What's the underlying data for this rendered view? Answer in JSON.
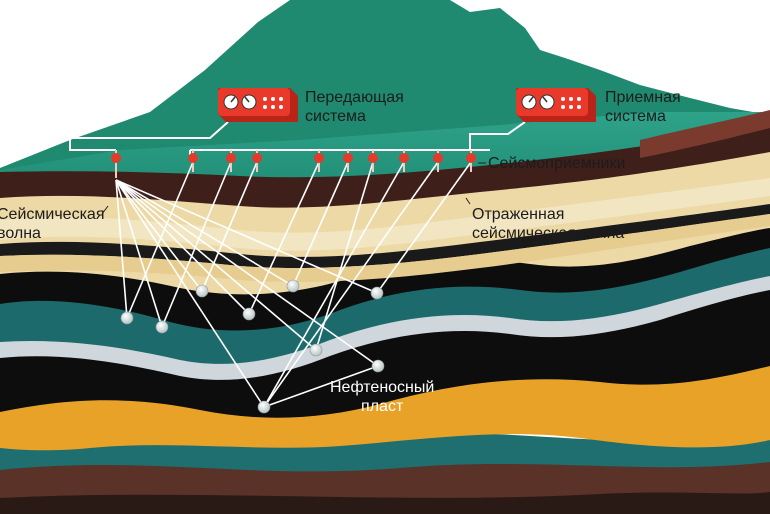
{
  "labels": {
    "transmitter": [
      "Передающая",
      "система"
    ],
    "receiver": [
      "Приемная",
      "система"
    ],
    "geophones": "Сейсмоприемники",
    "seismic_wave": [
      "Сейсмическая",
      "волна"
    ],
    "reflected_wave": [
      "Отраженная",
      "сейсмическая волна"
    ],
    "oil_layer": [
      "Нефтеносный",
      "пласт"
    ]
  },
  "colors": {
    "ground": "#2a9a82",
    "mountain": "#1f8a70",
    "device": "#e8392b",
    "sand": "#ecd9a6",
    "oil": "#e9a228",
    "rock": "#111111",
    "teal_layer": "#1f6e6e",
    "brown": "#5a2e22",
    "wave_line": "#ffffff"
  }
}
